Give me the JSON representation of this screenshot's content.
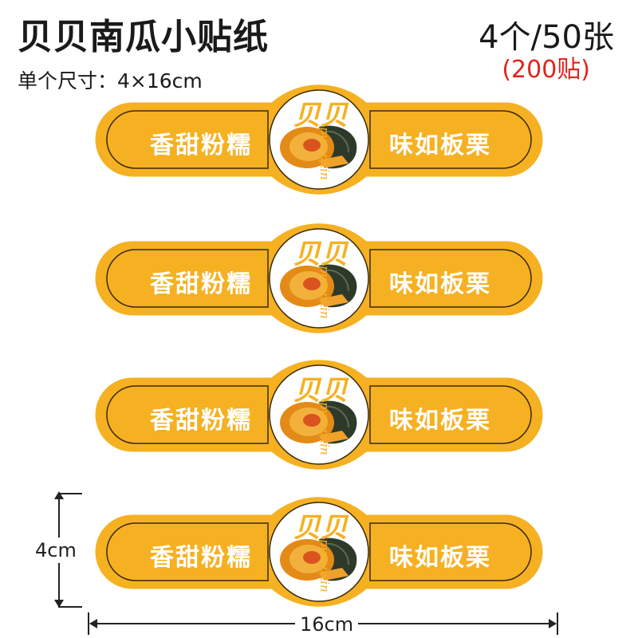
{
  "header": {
    "title": "贝贝南瓜小贴纸",
    "size_note": "单个尺寸：4×16cm",
    "count_main": "4个/50张",
    "count_sub": "(200贴)"
  },
  "sticker": {
    "brand": "贝贝",
    "pumpkin_word": "pumpkin",
    "slogan_left": "香甜粉糯",
    "slogan_right": "味如板栗",
    "colors": {
      "fill": "#f5b122",
      "outline": "#3a2a10",
      "circle_fill": "#ffffff",
      "text": "#ffffff"
    }
  },
  "stickers": [
    {
      "brand": "贝贝",
      "pumpkin_word": "pumpkin",
      "slogan_left": "香甜粉糯",
      "slogan_right": "味如板栗"
    },
    {
      "brand": "贝贝",
      "pumpkin_word": "pumpkin",
      "slogan_left": "香甜粉糯",
      "slogan_right": "味如板栗"
    },
    {
      "brand": "贝贝",
      "pumpkin_word": "pumpkin",
      "slogan_left": "香甜粉糯",
      "slogan_right": "味如板栗"
    },
    {
      "brand": "贝贝",
      "pumpkin_word": "pumpkin",
      "slogan_left": "香甜粉糯",
      "slogan_right": "味如板栗"
    }
  ],
  "dimensions": {
    "height_label": "4cm",
    "width_label": "16cm"
  }
}
